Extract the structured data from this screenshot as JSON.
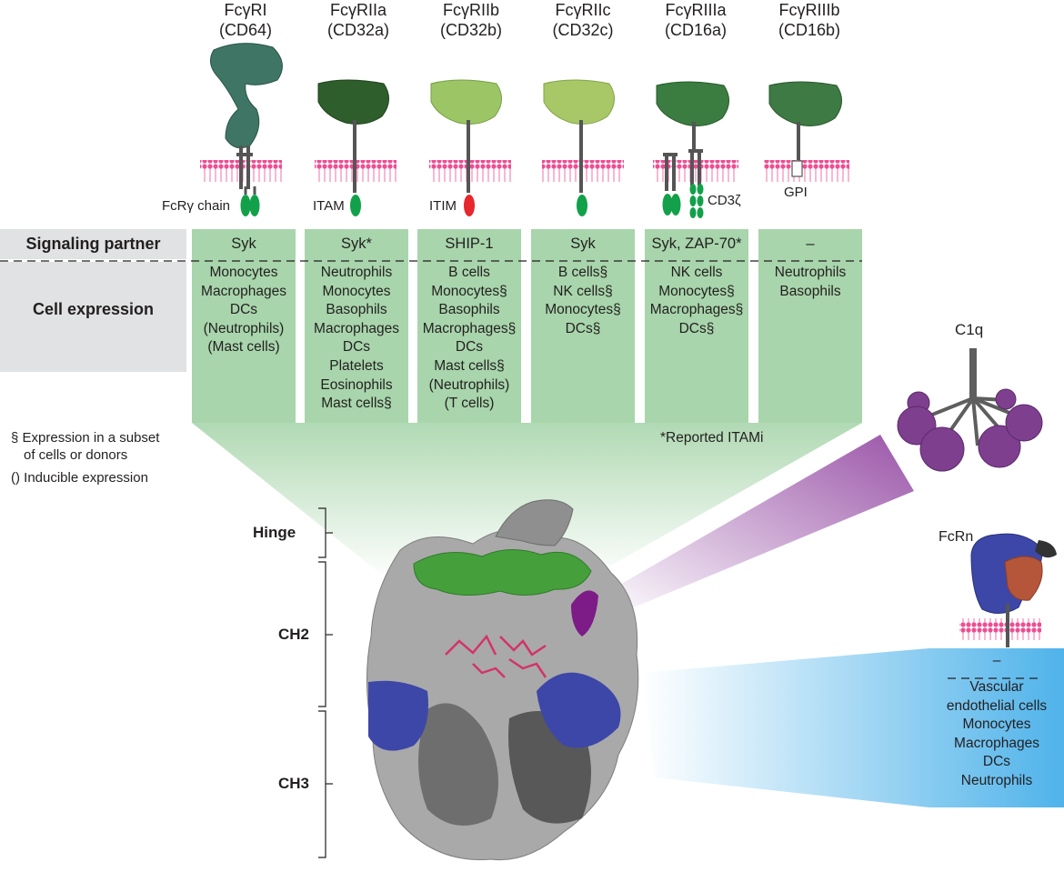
{
  "receptors": [
    {
      "name": "FcγRI",
      "cd": "(CD64)",
      "signaling": "Syk",
      "cells": [
        "Monocytes",
        "Macrophages",
        "DCs",
        "(Neutrophils)",
        "(Mast cells)"
      ]
    },
    {
      "name": "FcγRIIa",
      "cd": "(CD32a)",
      "signaling": "Syk*",
      "cells": [
        "Neutrophils",
        "Monocytes",
        "Basophils",
        "Macrophages",
        "DCs",
        "Platelets",
        "Eosinophils",
        "Mast cells§"
      ]
    },
    {
      "name": "FcγRIIb",
      "cd": "(CD32b)",
      "signaling": "SHIP-1",
      "cells": [
        "B cells",
        "Monocytes§",
        "Basophils",
        "Macrophages§",
        "DCs",
        "Mast cells§",
        "(Neutrophils)",
        "(T cells)"
      ]
    },
    {
      "name": "FcγRIIc",
      "cd": "(CD32c)",
      "signaling": "Syk",
      "cells": [
        "B cells§",
        "NK cells§",
        "Monocytes§",
        "DCs§"
      ]
    },
    {
      "name": "FcγRIIIa",
      "cd": "(CD16a)",
      "signaling": "Syk, ZAP-70*",
      "cells": [
        "NK cells",
        "Monocytes§",
        "Macrophages§",
        "DCs§"
      ]
    },
    {
      "name": "FcγRIIIb",
      "cd": "(CD16b)",
      "signaling": "–",
      "cells": [
        "Neutrophils",
        "Basophils"
      ]
    }
  ],
  "motif_labels": {
    "fcr_gamma_chain": "FcRγ chain",
    "itam": "ITAM",
    "itim": "ITIM",
    "cd3z": "CD3ζ",
    "gpi": "GPI"
  },
  "row_headers": {
    "signaling_partner": "Signaling partner",
    "cell_expression": "Cell expression"
  },
  "legend": {
    "subset_line1": "§  Expression in a subset",
    "subset_line2": "of cells or donors",
    "inducible": "() Inducible expression"
  },
  "itami_note": "*Reported ITAMi",
  "c1q_label": "C1q",
  "fcrn": {
    "label": "FcRn",
    "signaling": "–",
    "cells": [
      "Vascular",
      "endothelial cells",
      "Monocytes",
      "Macrophages",
      "DCs",
      "Neutrophils"
    ]
  },
  "regions": {
    "hinge": "Hinge",
    "ch2": "CH2",
    "ch3": "CH3"
  },
  "colors": {
    "table_green": "#a8d5ab",
    "header_gray": "#e1e2e3",
    "membrane_pink": "#ee4d93",
    "motif_green": "#12a14a",
    "itim_red": "#e8262d",
    "c1q_purple": "#7e3f8f",
    "fcrn_blue": "#5ab6e6",
    "fc_blue": "#3d47a8"
  }
}
